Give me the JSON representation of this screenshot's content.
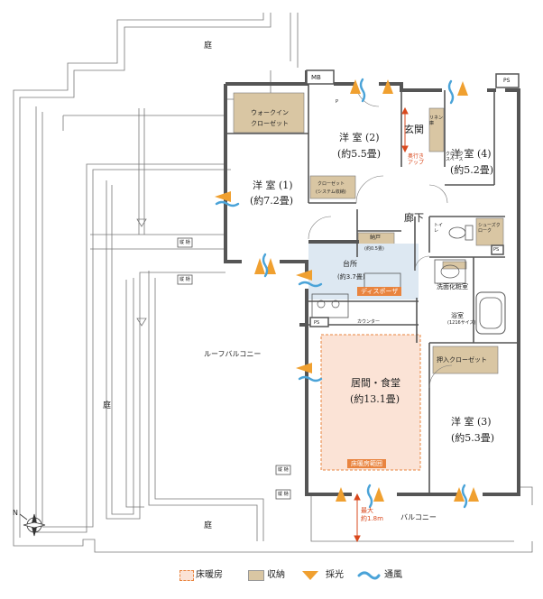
{
  "rooms": {
    "walk_in_closet": "ウォークイン\nクローゼット",
    "western1_name": "洋 室 (1)",
    "western1_size": "(約7.2畳)",
    "western2_name": "洋 室 (2)",
    "western2_size": "(約5.5畳)",
    "western3_name": "洋 室 (3)",
    "western3_size": "(約5.3畳)",
    "western4_name": "洋 室 (4)",
    "western4_size": "(約5.2畳)",
    "closet2": "クローゼット",
    "closet2_note": "(システム収納)",
    "entrance": "玄関",
    "corridor": "廊下",
    "storage": "納戸",
    "storage_size": "(約0.5畳)",
    "kitchen_name": "台所",
    "kitchen_size": "(約3.7畳)",
    "disposer": "ディスポーザ",
    "counter": "カウンター",
    "living_name": "居間・食堂",
    "living_size": "(約13.1畳)",
    "floor_heating_range": "床暖房範囲",
    "toilet": "トイレ",
    "washroom": "洗面化粧室",
    "bath": "浴室",
    "bath_note": "(1216サイズ)",
    "built_in_closet": "押入クローゼット",
    "shoe_closet": "シューズクローク",
    "clock_space": "クローク\nスペース",
    "linen": "リネン庫",
    "depth_up": "奥行き\nアップ"
  },
  "outdoor": {
    "garden_top": "庭",
    "garden_left": "庭",
    "garden_bottom": "庭",
    "roof_balcony": "ルーフバルコニー",
    "balcony": "バルコニー",
    "max_depth": "最大\n約1.8m",
    "mb": "MB",
    "ps_top": "PS",
    "ps_kitchen": "PS",
    "ps_toilet": "PS",
    "drain1": "縦 樋",
    "drain2": "縦 樋",
    "drain3": "縦 樋",
    "drain4": "縦 樋",
    "p": "P"
  },
  "compass": {
    "label": "N"
  },
  "legend": {
    "floor_heating": "床暖房",
    "storage": "収納",
    "daylight": "採光",
    "ventilation": "通風"
  },
  "colors": {
    "wall": "#555555",
    "storage": "#d9c6a3",
    "kitchen": "#dde8f2",
    "floor_heating_fill": "#fbe3d6",
    "floor_heating_border": "#e9843f",
    "daylight": "#f0a030",
    "ventilation": "#4aa3d8",
    "accent_red": "#d9481c"
  }
}
